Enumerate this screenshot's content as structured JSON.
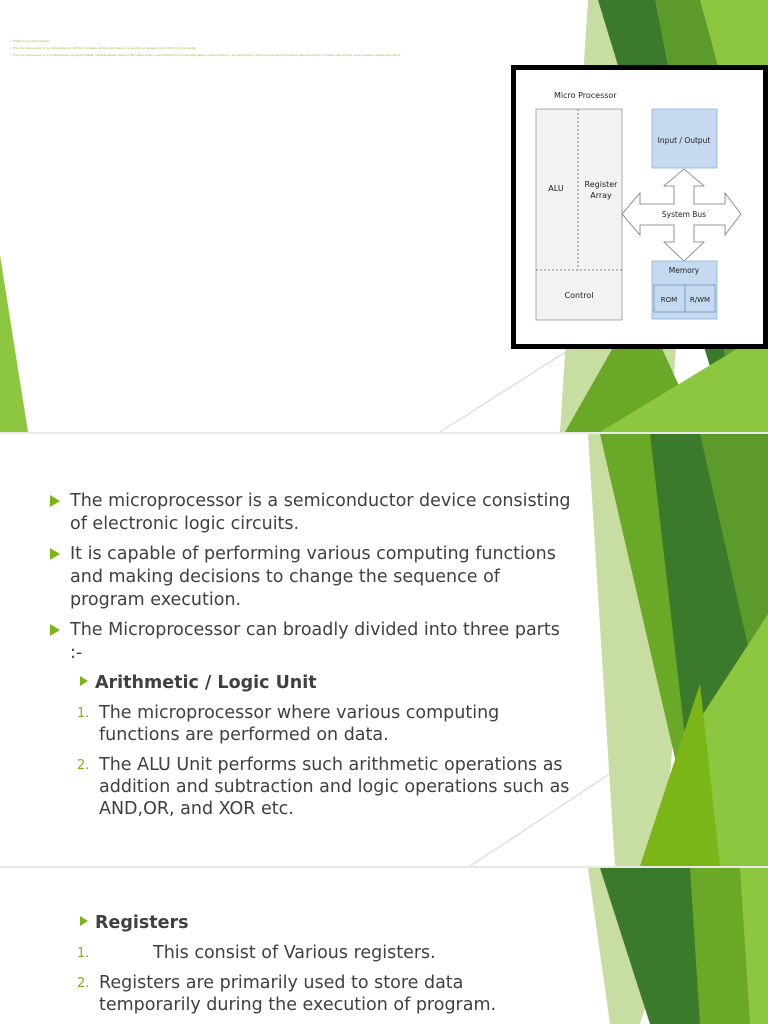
{
  "slide1": {
    "tiny_lines": [
      "• What is microprocessor?",
      "• The microprocessor is an integrated circuit that contains all the functions of a central processing unit (CPU) of a computer.",
      "• The microprocessor is a multipurpose, programmable, register-based device that reads binary instructions from a storage device called memory, accepts binary data as input and processes data according to those instructions, and provides results as output."
    ],
    "diagram": {
      "title": "Micro Processor",
      "alu": "ALU",
      "register_line1": "Register",
      "register_line2": "Array",
      "control": "Control",
      "io": "Input / Output",
      "bus": "System Bus",
      "memory": "Memory",
      "rom": "ROM",
      "rwm": "R/WM"
    }
  },
  "slide2": {
    "bullets": [
      "The microprocessor is a semiconductor device consisting of electronic logic circuits.",
      "It is capable of performing various computing functions and making decisions to change the sequence of program execution.",
      "The Microprocessor can broadly divided into three parts :-"
    ],
    "alu_heading": "Arithmetic / Logic Unit",
    "alu_points": [
      {
        "n": "1.",
        "text": "The microprocessor where various computing functions are performed on data."
      },
      {
        "n": "2.",
        "text": "The ALU Unit performs such arithmetic operations as addition and subtraction and logic operations such as AND,OR, and XOR etc."
      }
    ]
  },
  "slide3": {
    "heading": "Registers",
    "points": [
      {
        "n": "1.",
        "text": "This consist of Various registers."
      },
      {
        "n": "2.",
        "text": "Registers are primarily used to store data temporarily during the execution of program."
      }
    ]
  },
  "colors": {
    "accent": "#7cb518",
    "dark_green": "#3b7a2a",
    "mid_green": "#6aa828",
    "light_green": "#b9d58a",
    "text": "#404040",
    "diagram_blue": "#c5d9f1"
  }
}
